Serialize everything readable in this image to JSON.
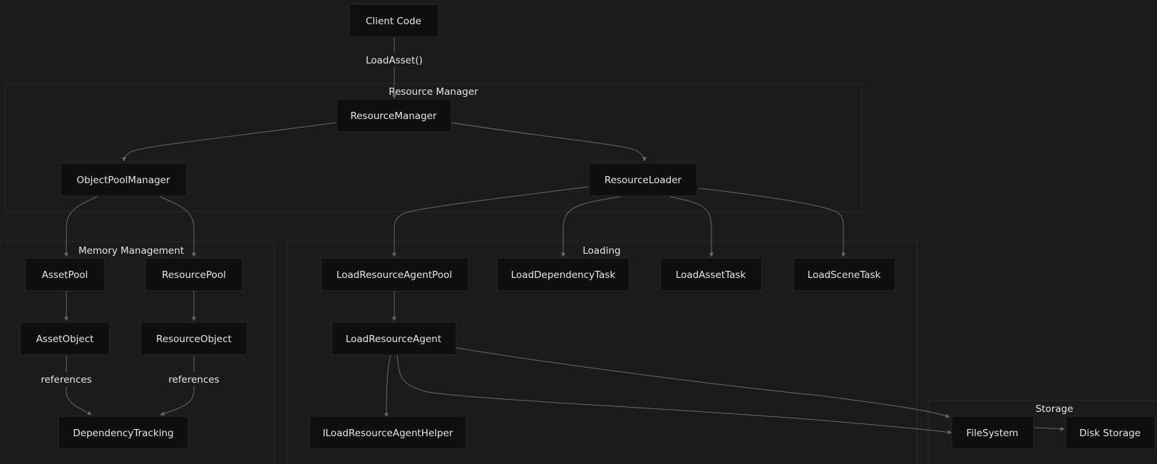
{
  "clusters": {
    "resource_manager": "Resource Manager",
    "memory_management": "Memory Management",
    "loading": "Loading",
    "storage": "Storage"
  },
  "nodes": {
    "client_code": "Client Code",
    "resource_manager": "ResourceManager",
    "object_pool_manager": "ObjectPoolManager",
    "resource_loader": "ResourceLoader",
    "asset_pool": "AssetPool",
    "resource_pool": "ResourcePool",
    "asset_object": "AssetObject",
    "resource_object": "ResourceObject",
    "dependency_tracking": "DependencyTracking",
    "load_resource_agent_pool": "LoadResourceAgentPool",
    "load_dependency_task": "LoadDependencyTask",
    "load_asset_task": "LoadAssetTask",
    "load_scene_task": "LoadSceneTask",
    "load_resource_agent": "LoadResourceAgent",
    "iload_resource_agent_helper": "ILoadResourceAgentHelper",
    "file_system": "FileSystem",
    "disk_storage": "Disk Storage"
  },
  "edge_labels": {
    "load_asset": "LoadAsset()",
    "asset_references": "references",
    "resource_references": "references"
  },
  "colors": {
    "background": "#1b1b1c",
    "node_fill": "#0f0f10",
    "node_border": "#2a2a2c",
    "edge": "#6a6a6a",
    "text": "#e6e6e6"
  }
}
